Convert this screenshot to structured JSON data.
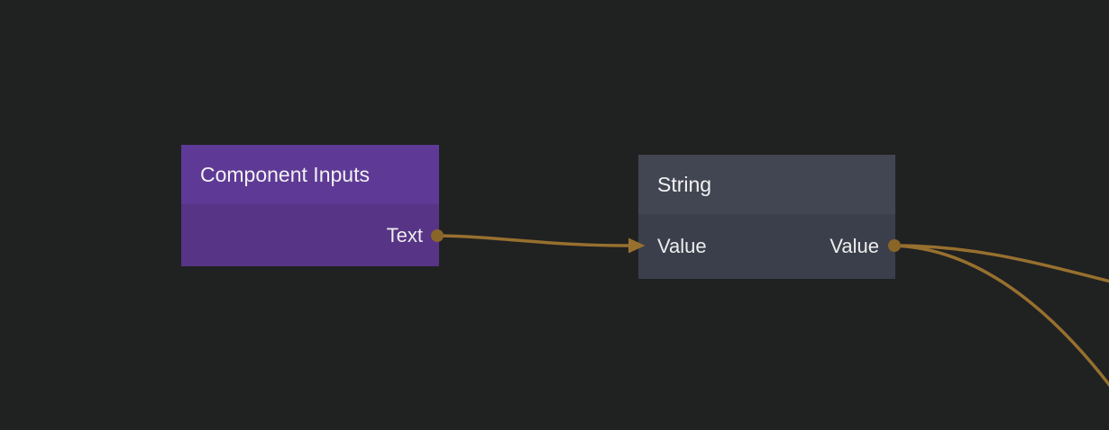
{
  "colors": {
    "canvas-bg": "#202121",
    "wire": "#97702f",
    "port": "#8a6528",
    "node1-header": "#5e3a96",
    "node1-body": "#573486",
    "node2-header": "#424653",
    "node2-body": "#3b3f4b",
    "title-text": "#f2f2f2",
    "label-text": "#ededed"
  },
  "graph": {
    "nodes": [
      {
        "title": "Component Inputs",
        "inputs": [],
        "outputs": [
          {
            "label": "Text"
          }
        ]
      },
      {
        "title": "String",
        "inputs": [
          {
            "label": "Value"
          }
        ],
        "outputs": [
          {
            "label": "Value"
          }
        ]
      }
    ],
    "wires": [
      {
        "from": "Component Inputs.Text",
        "to": "String.Value"
      },
      {
        "from": "String.Value",
        "to": "off-screen-right-upper"
      },
      {
        "from": "String.Value",
        "to": "off-screen-right-lower"
      }
    ]
  }
}
